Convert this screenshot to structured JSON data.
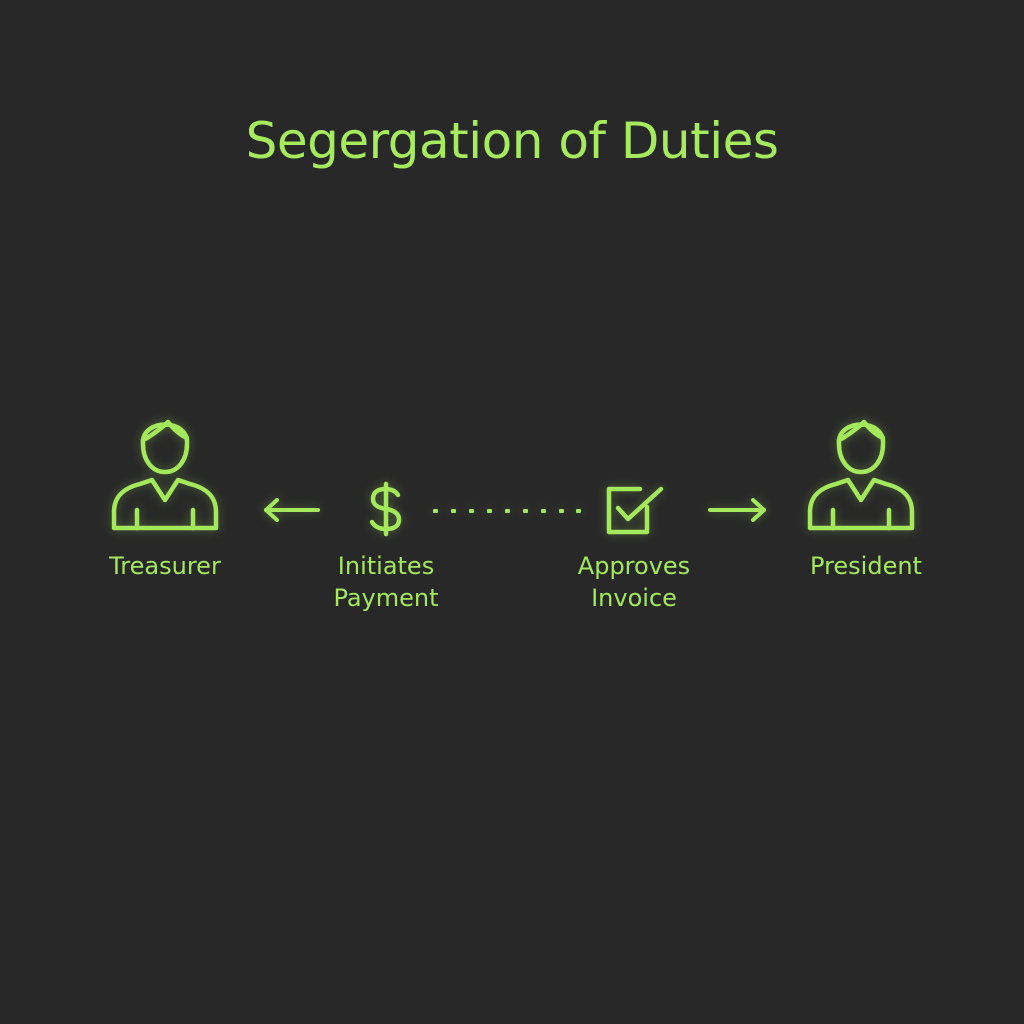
{
  "title": "Segergation of Duties",
  "nodes": {
    "treasurer": {
      "label": "Treasurer",
      "icon": "person-icon"
    },
    "initiates": {
      "line1": "Initiates",
      "line2": "Payment",
      "icon": "dollar-icon"
    },
    "approves": {
      "line1": "Approves",
      "line2": "Invoice",
      "icon": "checkbox-check-icon"
    },
    "president": {
      "label": "President",
      "icon": "person-icon"
    }
  },
  "connectors": {
    "left": "arrow-left-icon",
    "middle": "dotted-line",
    "right": "arrow-right-icon"
  },
  "colors": {
    "background": "#282828",
    "accent": "#a4e85c"
  }
}
